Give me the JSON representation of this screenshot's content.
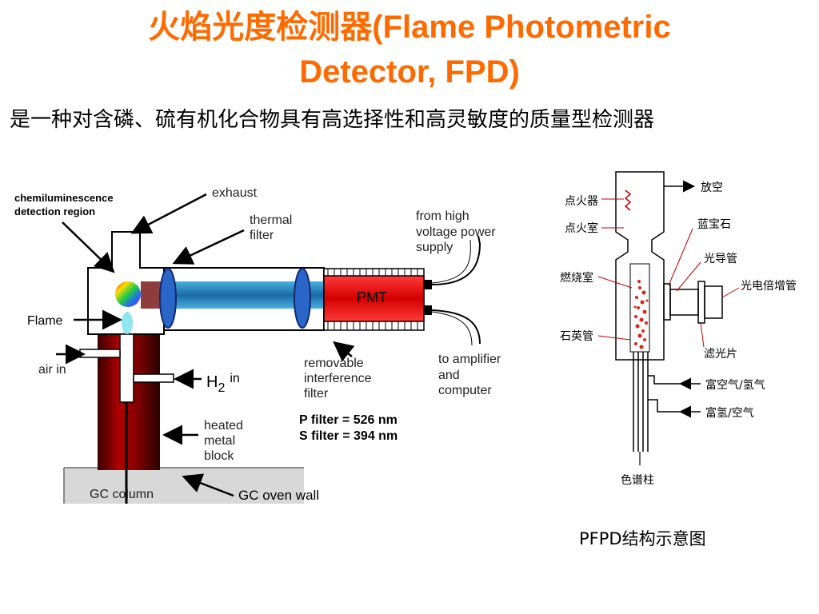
{
  "slide": {
    "title_line1": "火焰光度检测器(Flame Photometric",
    "title_line2": "Detector, FPD)",
    "description": "是一种对含磷、硫有机化合物具有高选择性和高灵敏度的质量型检测器",
    "caption": "PFPD结构示意图",
    "accent_color": "#ff6a00"
  },
  "fpd_diagram": {
    "chemi_line1": "chemiluminescence",
    "chemi_line2": "detection region",
    "exhaust": "exhaust",
    "thermal_line1": "thermal",
    "thermal_line2": "filter",
    "power_line1": "from high",
    "power_line2": "voltage power",
    "power_line3": "supply",
    "pmt": "PMT",
    "flame": "Flame",
    "air_in": "air in",
    "h2": "H",
    "h2_sub": "2",
    "h2_in": "in",
    "removable_line1": "removable",
    "removable_line2": "interference",
    "removable_line3": "filter",
    "amp_line1": "to amplifier",
    "amp_line2": "and",
    "amp_line3": "computer",
    "p_filter": "P filter = 526 nm",
    "s_filter": "S filter = 394 nm",
    "heated_line1": "heated",
    "heated_line2": "metal",
    "heated_line3": "block",
    "gc_column": "GC column",
    "gc_oven": "GC oven wall"
  },
  "pfpd_diagram": {
    "igniter": "点火器",
    "ignition_chamber": "点火室",
    "combustion_chamber": "燃烧室",
    "quartz_tube": "石英管",
    "vent": "放空",
    "sapphire": "蓝宝石",
    "light_guide": "光导管",
    "pmt": "光电倍增管",
    "filter": "滤光片",
    "air_rich": "富空气/氢气",
    "h2_rich": "富氢/空气",
    "column": "色谱柱"
  }
}
